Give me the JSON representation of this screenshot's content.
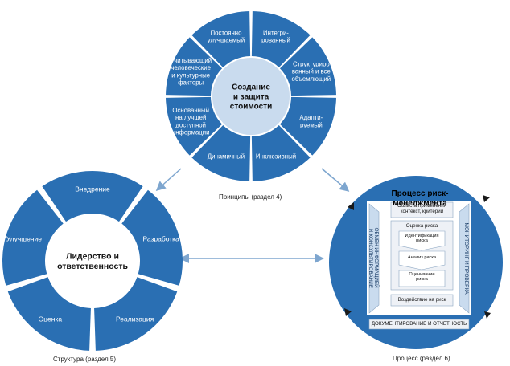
{
  "principles": {
    "center": [
      "Создание",
      "и защита",
      "стоимости"
    ],
    "segments": [
      [
        "Интегри-",
        "рованный"
      ],
      [
        "Структуриро",
        "ванный и все",
        "объемлющий"
      ],
      [
        "Адапти-",
        "руемый"
      ],
      [
        "Инклюзивный"
      ],
      [
        "Динамичный"
      ],
      [
        "Основанный",
        "на лучшей",
        "доступной",
        "информации"
      ],
      [
        "Учитывающий",
        "человеческие",
        "и культурные",
        "факторы"
      ],
      [
        "Постоянно",
        "улучшаемый"
      ]
    ],
    "caption": "Принципы (раздел 4)"
  },
  "framework": {
    "center": [
      "Лидерство и",
      "ответственность"
    ],
    "segments": [
      "Внедрение",
      "Разработка",
      "Реализация",
      "Оценка",
      "Улучшение"
    ],
    "caption": "Структура (раздел 5)"
  },
  "process": {
    "title": "Процесс риск-менеджмента",
    "left_bar": [
      "ОБМЕН ИНФОРМАЦИЕЙ",
      "И КОНСУЛЬТИРОВАНИЕ"
    ],
    "right_bar": "МОНИТОРИНГ И ПРОВЕРКА",
    "scope": [
      "Область применения",
      "контекст, критерии"
    ],
    "assessment": "Оценка риска",
    "identification": [
      "Идентификация",
      "риска"
    ],
    "analysis": "Анализ риска",
    "evaluation": [
      "Оценивание",
      "риска"
    ],
    "treatment": "Воздействие на риск",
    "recording": "ДОКУМЕНТИРОВАНИЕ И ОТЧЕТНОСТЬ",
    "caption": "Процесс (раздел 6)"
  },
  "colors": {
    "blue": "#2a6fb3",
    "light": "#c9dbee",
    "arrow": "#7ea6cf",
    "box": "#eef1f6"
  }
}
